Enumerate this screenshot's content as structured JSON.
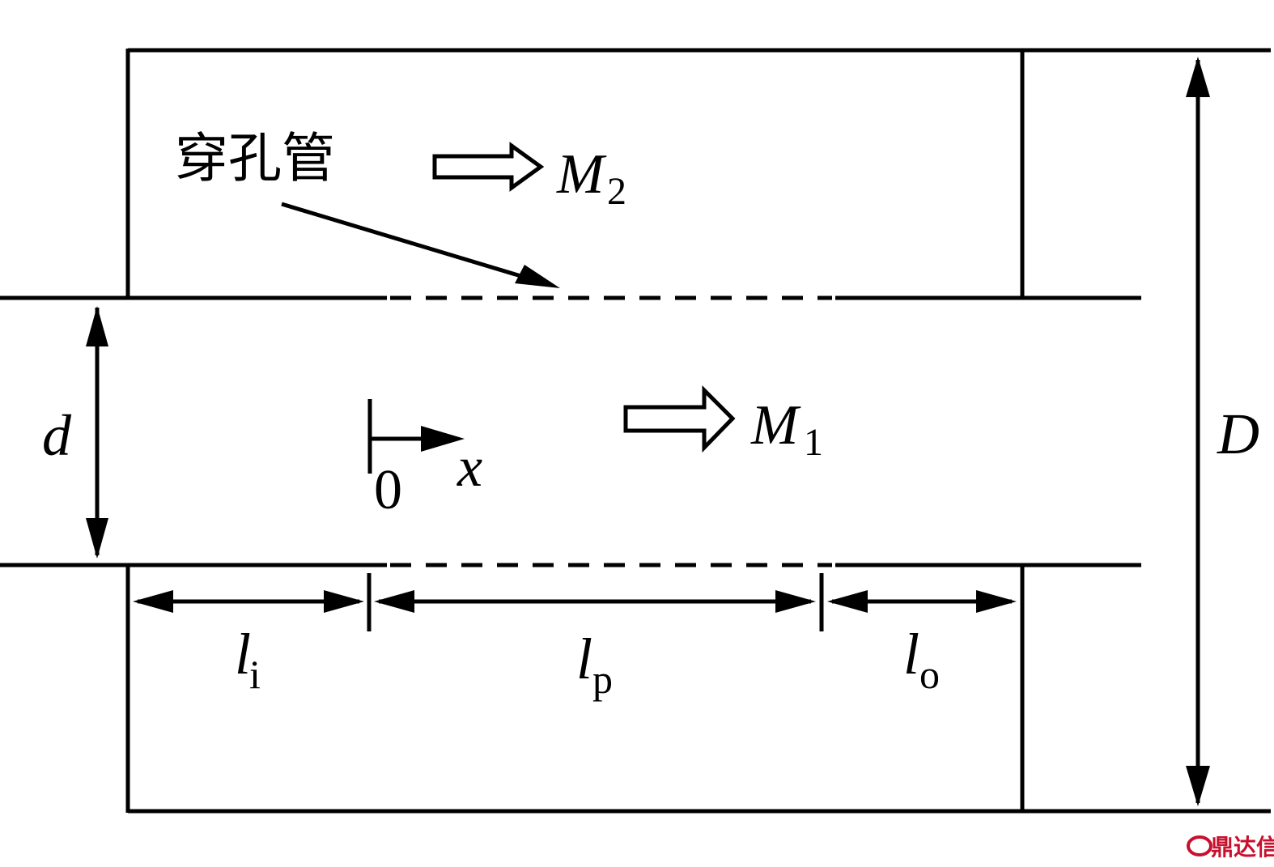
{
  "labels": {
    "perforated_tube": "穿孔管",
    "m2_var": "M",
    "m2_sub": "2",
    "m1_var": "M",
    "m1_sub": "1",
    "d": "d",
    "D": "D",
    "origin": "0",
    "x": "x",
    "li_var": "l",
    "li_sub": "i",
    "lp_var": "l",
    "lp_sub": "p",
    "lo_var": "l",
    "lo_sub": "o"
  },
  "watermark": {
    "text": "鼎达信",
    "color": "#c8102e"
  },
  "colors": {
    "stroke": "#000000",
    "background": "#ffffff"
  }
}
